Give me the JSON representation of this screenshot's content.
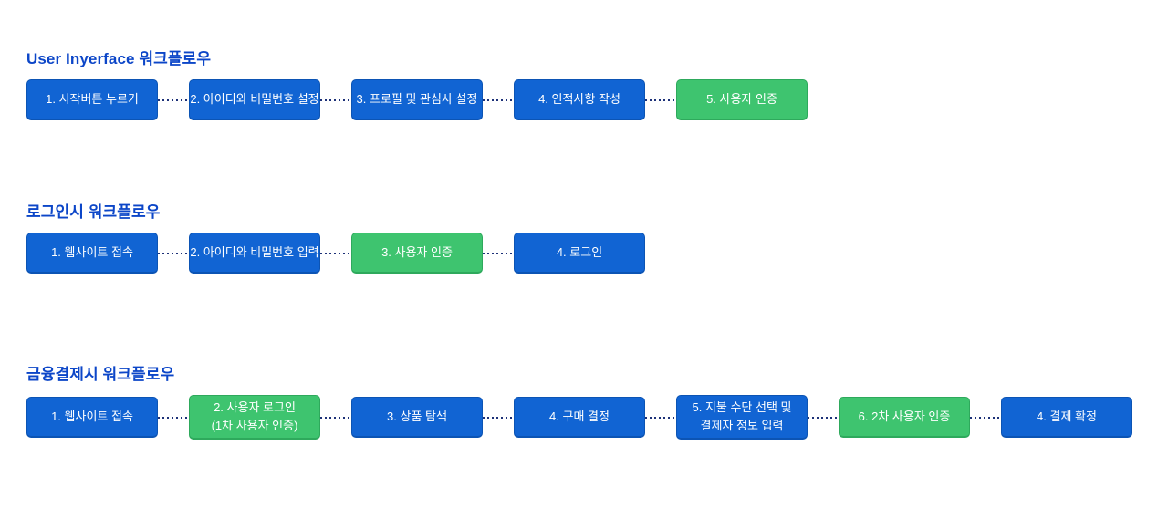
{
  "colors": {
    "background": "#ffffff",
    "box_blue": "#1164d3",
    "box_blue_border": "#0c54b4",
    "box_green": "#3ec46f",
    "box_green_border": "#2ea95c",
    "title_text": "#0c46c8",
    "connector": "#1d3178",
    "box_text": "#ffffff"
  },
  "workflows": [
    {
      "title": "User Inyerface 워크플로우",
      "steps": [
        {
          "variant": "blue",
          "lines": [
            "1. 시작버튼 누르기"
          ]
        },
        {
          "variant": "blue",
          "lines": [
            "2. 아이디와 비밀번호 설정"
          ]
        },
        {
          "variant": "blue",
          "lines": [
            "3. 프로필 및 관심사 설정"
          ]
        },
        {
          "variant": "blue",
          "lines": [
            "4. 인적사항 작성"
          ]
        },
        {
          "variant": "green",
          "lines": [
            "5. 사용자 인증"
          ]
        }
      ]
    },
    {
      "title": "로그인시 워크플로우",
      "steps": [
        {
          "variant": "blue",
          "lines": [
            "1. 웹사이트 접속"
          ]
        },
        {
          "variant": "blue",
          "lines": [
            "2. 아이디와 비밀번호 입력"
          ]
        },
        {
          "variant": "green",
          "lines": [
            "3. 사용자 인증"
          ]
        },
        {
          "variant": "blue",
          "lines": [
            "4. 로그인"
          ]
        }
      ]
    },
    {
      "title": "금융결제시 워크플로우",
      "steps": [
        {
          "variant": "blue",
          "lines": [
            "1. 웹사이트 접속"
          ]
        },
        {
          "variant": "green",
          "lines": [
            "2. 사용자 로그인",
            "(1차 사용자 인증)"
          ]
        },
        {
          "variant": "blue",
          "lines": [
            "3. 상품 탐색"
          ]
        },
        {
          "variant": "blue",
          "lines": [
            "4. 구매 결정"
          ]
        },
        {
          "variant": "blue",
          "lines": [
            "5. 지불 수단 선택 및",
            "결제자 정보 입력"
          ]
        },
        {
          "variant": "green",
          "lines": [
            "6. 2차 사용자 인증"
          ]
        },
        {
          "variant": "blue",
          "lines": [
            "4. 결제 확정"
          ]
        }
      ]
    }
  ]
}
